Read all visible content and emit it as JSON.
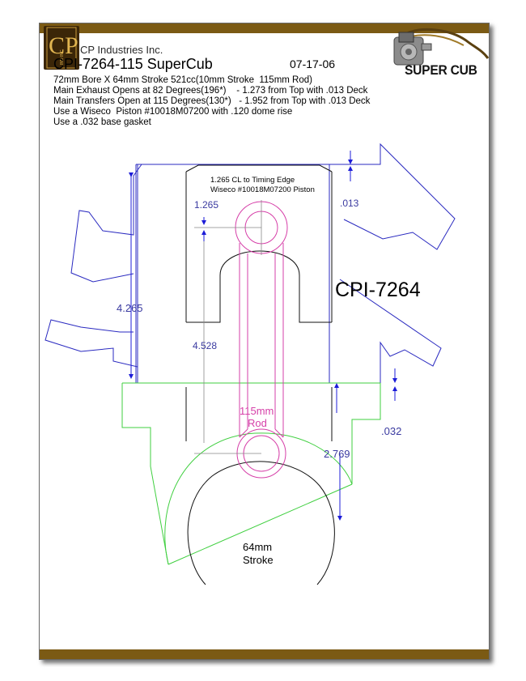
{
  "company": {
    "logo_letters": "CP",
    "logo_small": "IND INC",
    "name": "CP Industries Inc."
  },
  "brand_badge": "SUPER CUB",
  "header": {
    "title": "CPI-7264-115 SuperCub",
    "date": "07-17-06"
  },
  "specs": [
    "72mm Bore X 64mm Stroke 521cc(10mm Stroke  115mm Rod)",
    "Main Exhaust Opens at 82 Degrees(196*)    - 1.273 from Top with .013 Deck",
    "Main Transfers Open at 115 Degrees(130*)   - 1.952 from Top with .013 Deck",
    "Use a Wiseco  Piston #10018M07200 with .120 dome rise",
    "Use a .032 base gasket"
  ],
  "diagram": {
    "part_number": "CPI-7264",
    "note_line1": "1.265 CL to Timing Edge",
    "note_line2": "Wiseco #10018M07200 Piston",
    "dim_1265": "1.265",
    "dim_013": ".013",
    "dim_4265": "4.265",
    "dim_4528": "4.528",
    "dim_032": ".032",
    "dim_2769": "2.769",
    "rod_length": "115mm",
    "rod_word": "Rod",
    "stroke_length": "64mm",
    "stroke_word": "Stroke"
  },
  "colors": {
    "frame_band": "#7b5a14",
    "cylinder_blue": "#2a2ac0",
    "dimension_blue": "#3a3aa0",
    "rod_magenta": "#d63fa8",
    "case_green": "#3fcf3f",
    "crank_black": "#111111"
  }
}
